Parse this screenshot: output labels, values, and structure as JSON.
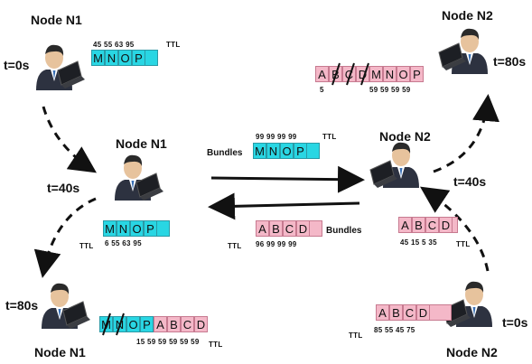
{
  "diagram": {
    "labels": {
      "n1_t0": "Node N1",
      "n2_t80": "Node N2",
      "n1_t40": "Node N1",
      "n2_t40": "Node N2",
      "n1_t80": "Node N1",
      "n2_t0": "Node N2"
    },
    "times": {
      "n1_t0": "t=0s",
      "n2_t80": "t=80s",
      "n1_t40": "t=40s",
      "n2_t40": "t=40s",
      "n1_t80": "t=80s",
      "n2_t0": "t=0s"
    },
    "ttl_word": "TTL",
    "bundles_word": "Bundles",
    "queues": {
      "n1_t0": {
        "cells": [
          "M",
          "N",
          "O",
          "P"
        ],
        "ttl_values": "45 55 63 95"
      },
      "n2_t80": {
        "cells": [
          "A",
          "B",
          "C",
          "D",
          "M",
          "N",
          "O",
          "P"
        ],
        "ttl_values": "5",
        "ttl_values_right": "59 59 59 59"
      },
      "transfer_top": {
        "cells": [
          "M",
          "N",
          "O",
          "P"
        ],
        "ttl_values": "99 99 99 99"
      },
      "n1_t40": {
        "cells": [
          "M",
          "N",
          "O",
          "P"
        ],
        "ttl_values": "6 55 63 95"
      },
      "transfer_bottom": {
        "cells": [
          "A",
          "B",
          "C",
          "D"
        ],
        "ttl_values": "96 99 99 99"
      },
      "n2_t40": {
        "cells": [
          "A",
          "B",
          "C",
          "D"
        ],
        "ttl_values": "45 15 5 35"
      },
      "n1_t80": {
        "cells": [
          "M",
          "N",
          "O",
          "P",
          "A",
          "B",
          "C",
          "D"
        ],
        "ttl_values": "15 59 59 59 59 59"
      },
      "n2_t0": {
        "cells": [
          "A",
          "B",
          "C",
          "D"
        ],
        "ttl_values": "85 55 45 75"
      }
    },
    "colors": {
      "cyan": "#29d6e3",
      "pink": "#f4b8c8",
      "suit": "#2d3240",
      "screen": "#1d1f24"
    }
  }
}
